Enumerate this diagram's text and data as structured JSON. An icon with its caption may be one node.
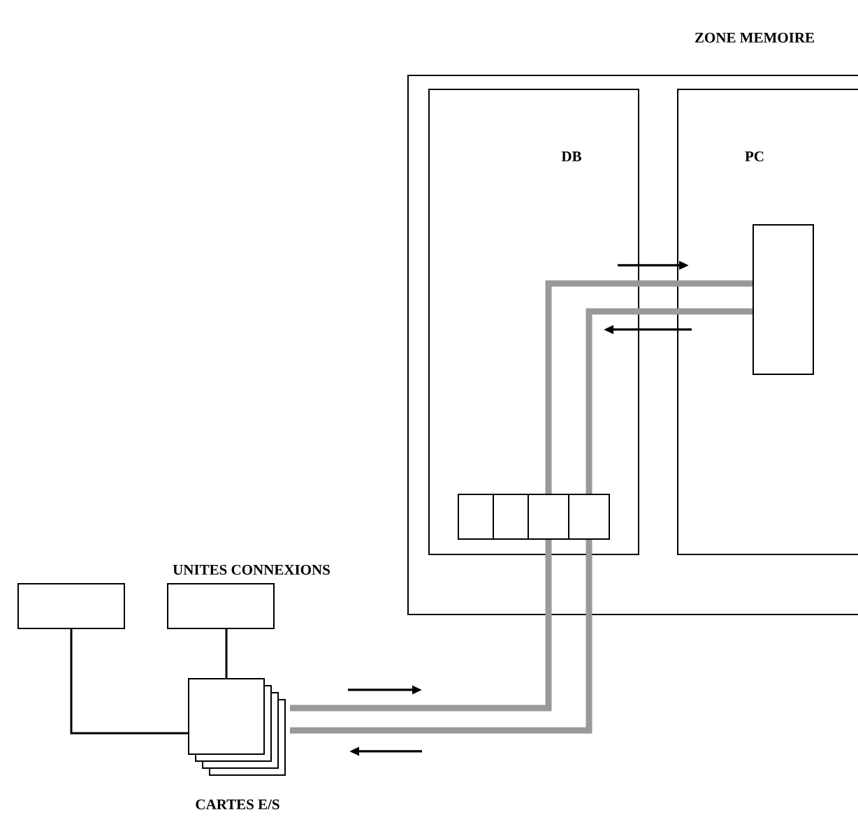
{
  "diagram": {
    "nodes": [
      {
        "text": [
          "ZONE MEMOIRE"
        ]
      },
      {
        "text": [
          "DB"
        ],
        "in": 0
      },
      {
        "text": [
          "PC"
        ],
        "in": 0
      },
      {
        "text": [],
        "shape": "box",
        "in": 2
      },
      {
        "text": [],
        "shape": "box",
        "in": 1
      },
      {
        "text": [],
        "shape": "box",
        "in": 1
      },
      {
        "text": [],
        "shape": "box",
        "in": 1
      },
      {
        "text": [],
        "shape": "box",
        "in": 1
      },
      {
        "text": [],
        "shape": "box"
      },
      {
        "text": [],
        "shape": "box"
      },
      {
        "text": [
          "CARTES E/S"
        ]
      }
    ],
    "edges": [
      {
        "from": 8,
        "to": 10,
        "arrow": "none",
        "color": "#000000"
      },
      {
        "from": 9,
        "to": 10,
        "arrow": "none",
        "color": "#000000"
      },
      {
        "from": 3,
        "to": 6,
        "arrow": "none"
      },
      {
        "from": 3,
        "to": 7,
        "arrow": "none"
      },
      {
        "from": 6,
        "to": 10,
        "arrow": "none"
      },
      {
        "from": 7,
        "to": 10,
        "arrow": "none"
      }
    ],
    "labels": [
      "UNITES CONNEXIONS"
    ]
  }
}
